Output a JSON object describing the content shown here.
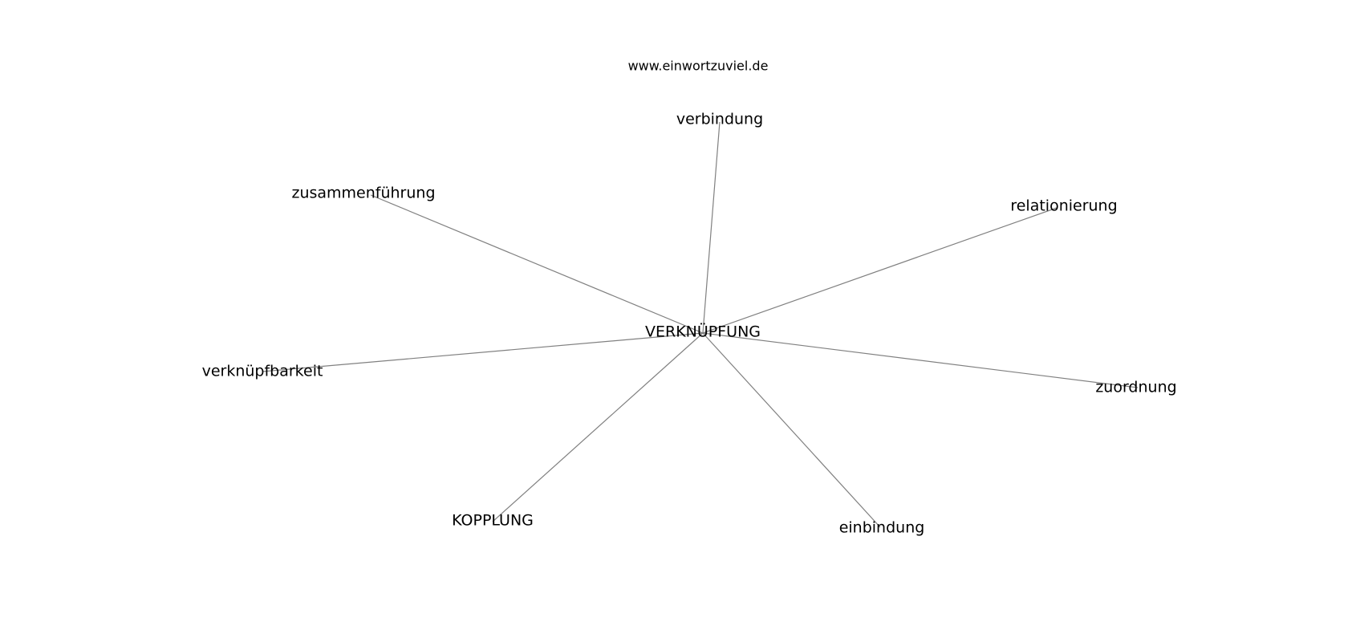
{
  "watermark": "www.einwortzuviel.de",
  "graph": {
    "center": "VERKNÜPFUNG",
    "nodes": [
      "verbindung",
      "zusammenführung",
      "relationierung",
      "verknüpfbarkeit",
      "zuordnung",
      "KOPPLUNG",
      "einbindung"
    ],
    "edge_color": "#808080",
    "text_color": "#000000"
  }
}
